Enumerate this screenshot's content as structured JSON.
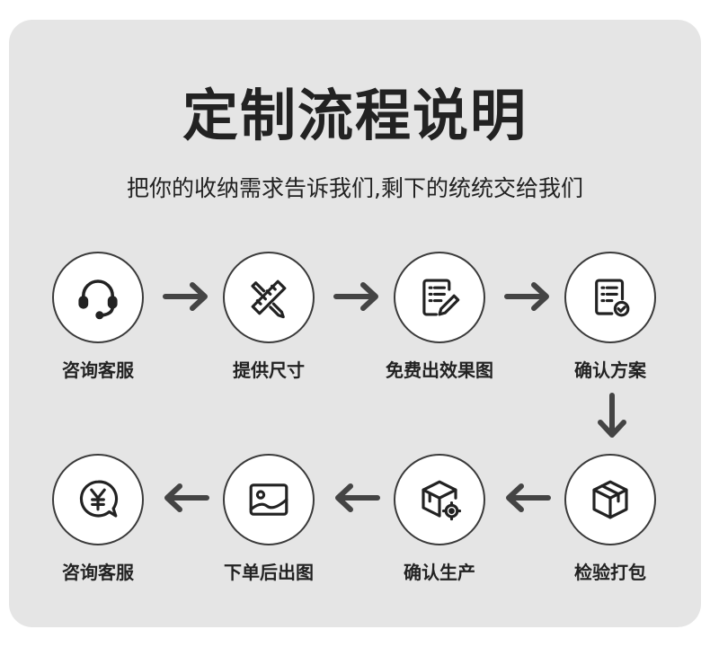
{
  "title": "定制流程说明",
  "subtitle": "把你的收纳需求告诉我们,剩下的统统交给我们",
  "steps": [
    {
      "label": "咨询客服",
      "icon": "headset-icon"
    },
    {
      "label": "提供尺寸",
      "icon": "ruler-pencil-icon"
    },
    {
      "label": "免费出效果图",
      "icon": "document-edit-icon"
    },
    {
      "label": "确认方案",
      "icon": "document-check-icon"
    },
    {
      "label": "检验打包",
      "icon": "package-box-icon"
    },
    {
      "label": "确认生产",
      "icon": "box-gear-icon"
    },
    {
      "label": "下单后出图",
      "icon": "image-icon"
    },
    {
      "label": "咨询客服",
      "icon": "yen-chat-icon"
    }
  ],
  "colors": {
    "background": "#e5e5e5",
    "circle_border": "#3a3a3a",
    "arrow": "#444444",
    "text": "#222222"
  }
}
